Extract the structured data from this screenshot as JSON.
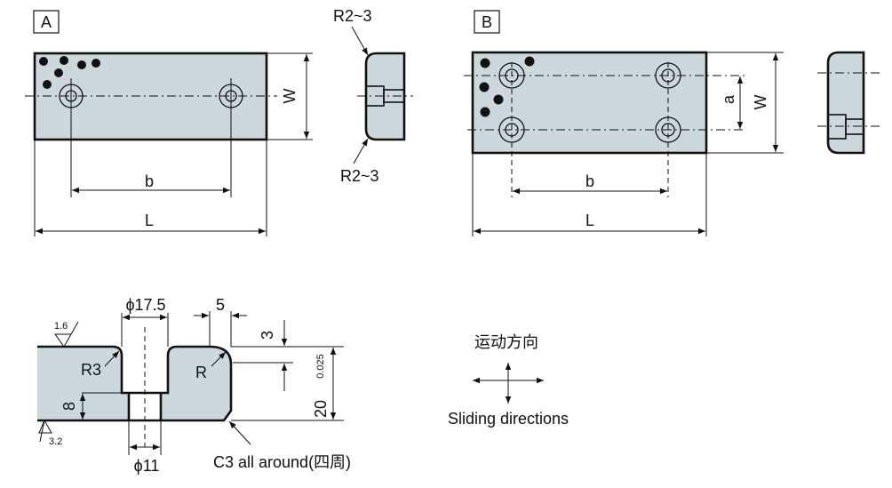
{
  "view_a": {
    "label": "A",
    "width_label": "W",
    "b_label": "b",
    "length_label": "L",
    "radius_top": "R2~3",
    "radius_bottom": "R2~3"
  },
  "view_b": {
    "label": "B",
    "a_label": "a",
    "width_label": "W",
    "b_label": "b",
    "length_label": "L"
  },
  "section": {
    "counterbore_dia": "ϕ17.5",
    "hole_dia": "ϕ11",
    "edge_dim": "5",
    "top_dim": "3",
    "thickness": "20",
    "tolerance": "0.025",
    "depth": "8",
    "radius_r3": "R3",
    "radius_r": "R",
    "roughness_top": "1.6",
    "roughness_bottom": "3.2",
    "chamfer_note": "C3 all around(四周)"
  },
  "sliding": {
    "title_cn": "运动方向",
    "title_en": "Sliding directions"
  },
  "colors": {
    "part_fill": "#cdd8dc",
    "line": "#111111"
  }
}
